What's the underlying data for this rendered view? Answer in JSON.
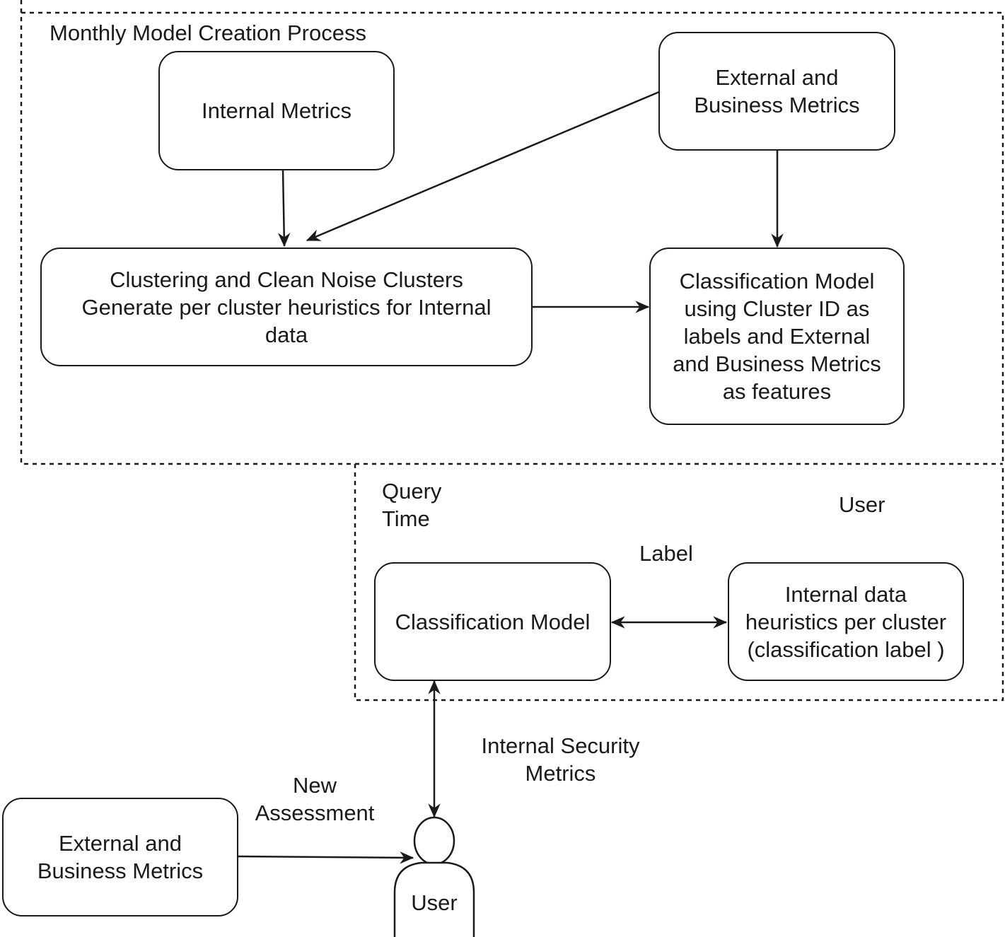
{
  "groups": {
    "monthly": {
      "title": "Monthly Model Creation Process"
    },
    "query": {
      "title": "Query\nTime",
      "user_label": "User"
    }
  },
  "nodes": {
    "internal_metrics": "Internal Metrics",
    "external_business_top": "External and\nBusiness Metrics",
    "clustering": "Clustering  and Clean Noise Clusters\nGenerate per cluster heuristics  for Internal\ndata",
    "classification_model_training": "Classification Model\nusing Cluster ID as\nlabels and  External\nand Business Metrics\nas features",
    "classification_model": "Classification Model",
    "internal_heuristics": "Internal data\nheuristics per cluster\n(classification label )",
    "external_business_bottom": "External and\nBusiness Metrics"
  },
  "edge_labels": {
    "label": "Label",
    "internal_security_metrics": "Internal Security\nMetrics",
    "new_assessment": "New\nAssessment"
  },
  "actor": {
    "label": "User",
    "icon": "user-icon"
  }
}
